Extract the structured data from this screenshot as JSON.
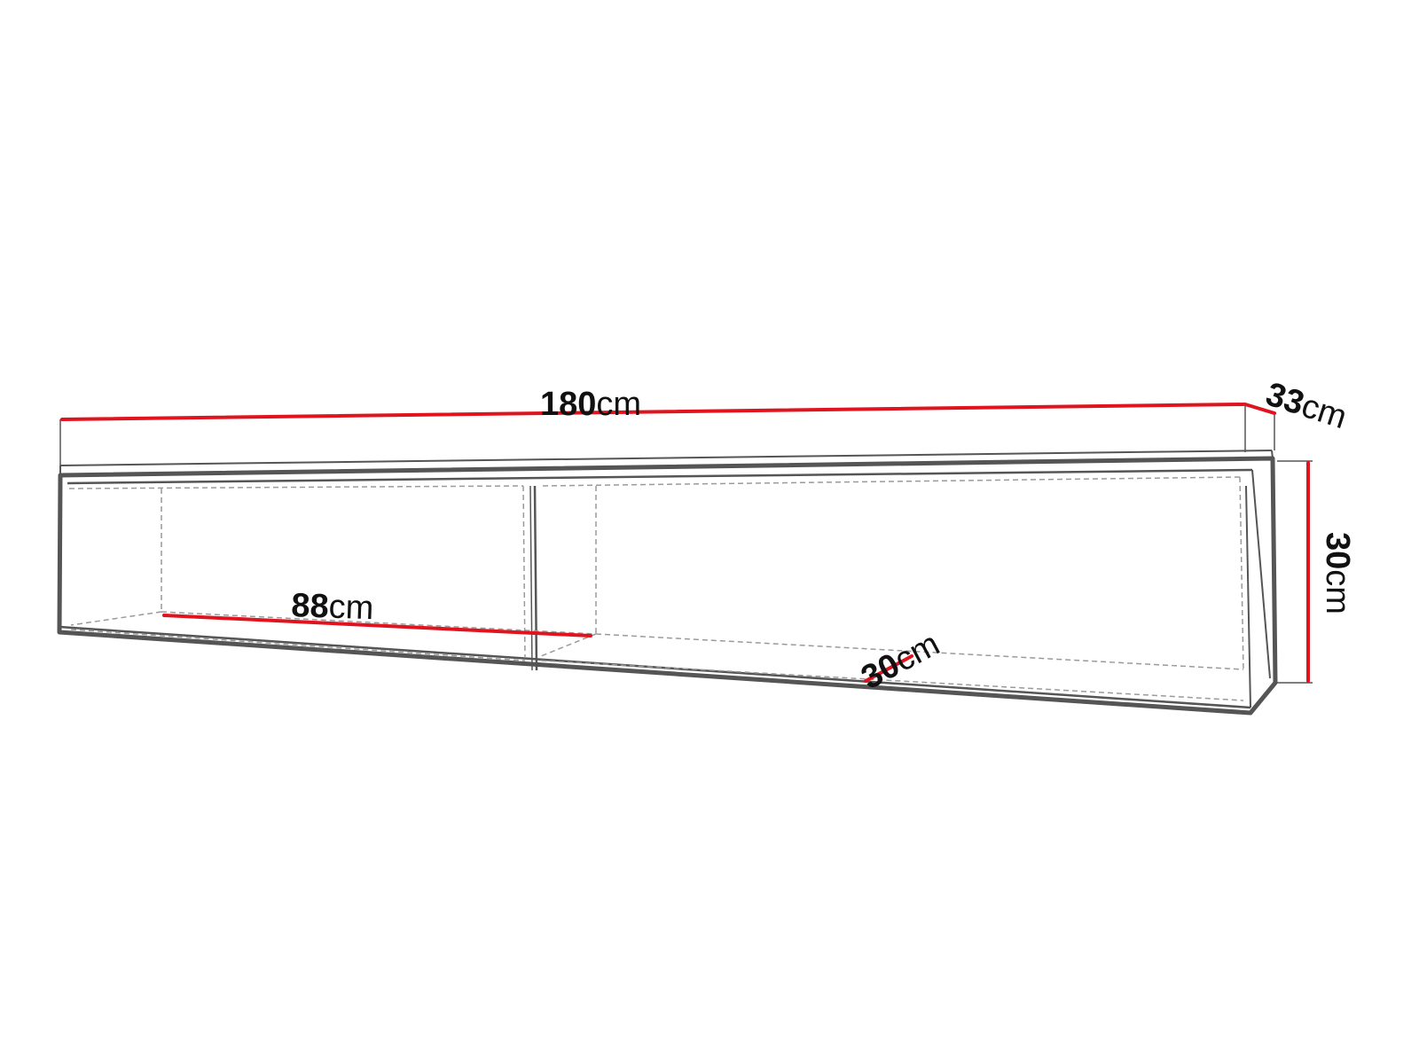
{
  "colors": {
    "background": "#ffffff",
    "outline": "#555555",
    "hidden_lines": "#9a9a9a",
    "dimension_line": "#e0141e",
    "extension_line": "#555555",
    "text": "#111111"
  },
  "dimensions": {
    "width": {
      "value": "180",
      "unit": "cm"
    },
    "depth": {
      "value": "33",
      "unit": "cm"
    },
    "height": {
      "value": "30",
      "unit": "cm"
    },
    "compartment_width": {
      "value": "88",
      "unit": "cm"
    },
    "compartment_depth": {
      "value": "30",
      "unit": "cm"
    }
  }
}
